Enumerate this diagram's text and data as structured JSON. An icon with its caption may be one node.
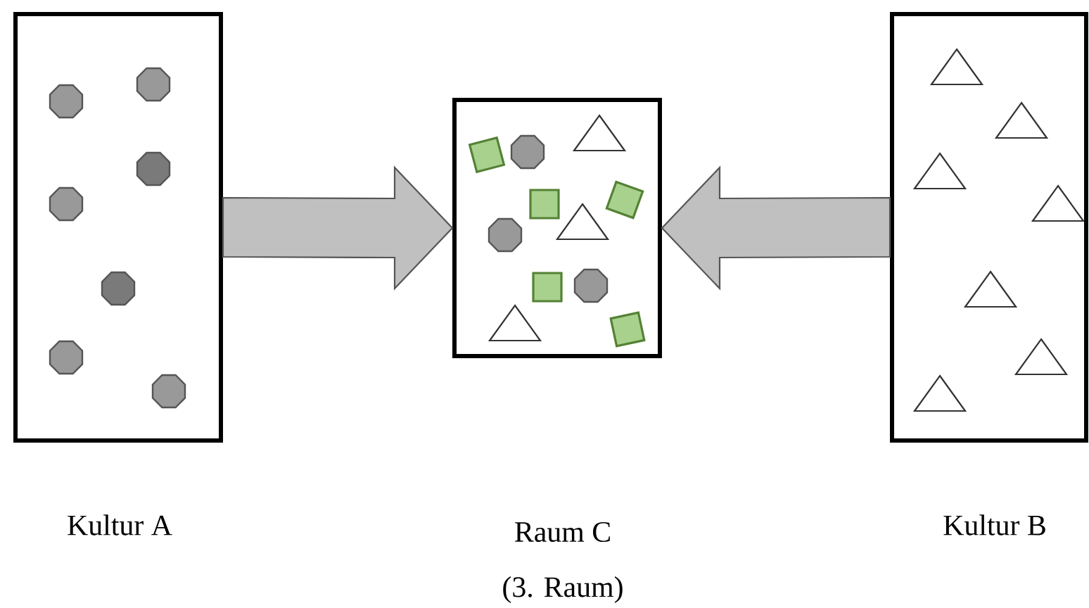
{
  "diagram": {
    "nodes": [
      {
        "text": [],
        "shape": "box"
      },
      {
        "text": [],
        "shape": "box"
      },
      {
        "text": [],
        "shape": "box"
      }
    ],
    "edges": [
      {
        "from": 0,
        "to": 1,
        "arrow": "to"
      },
      {
        "from": 2,
        "to": 1,
        "arrow": "to"
      }
    ],
    "labels": [
      "Kultur A",
      "Raum C",
      "Kultur B",
      "(3. Raum)"
    ]
  }
}
